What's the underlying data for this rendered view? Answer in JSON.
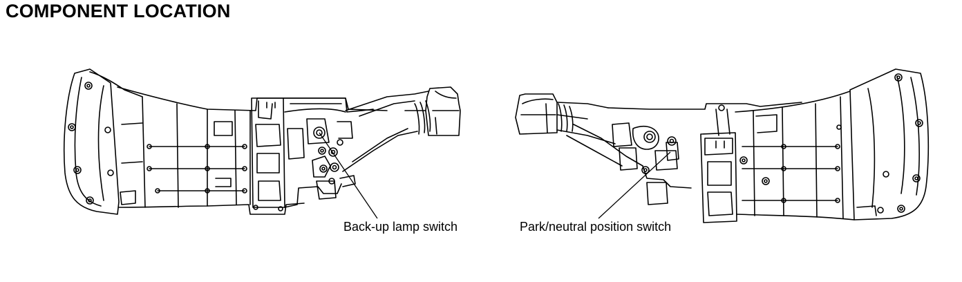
{
  "page": {
    "title": "COMPONENT LOCATION"
  },
  "callouts": {
    "backup_lamp_switch": "Back-up lamp switch",
    "park_neutral_switch": "Park/neutral position switch"
  },
  "colors": {
    "line": "#000000",
    "background": "#ffffff"
  }
}
